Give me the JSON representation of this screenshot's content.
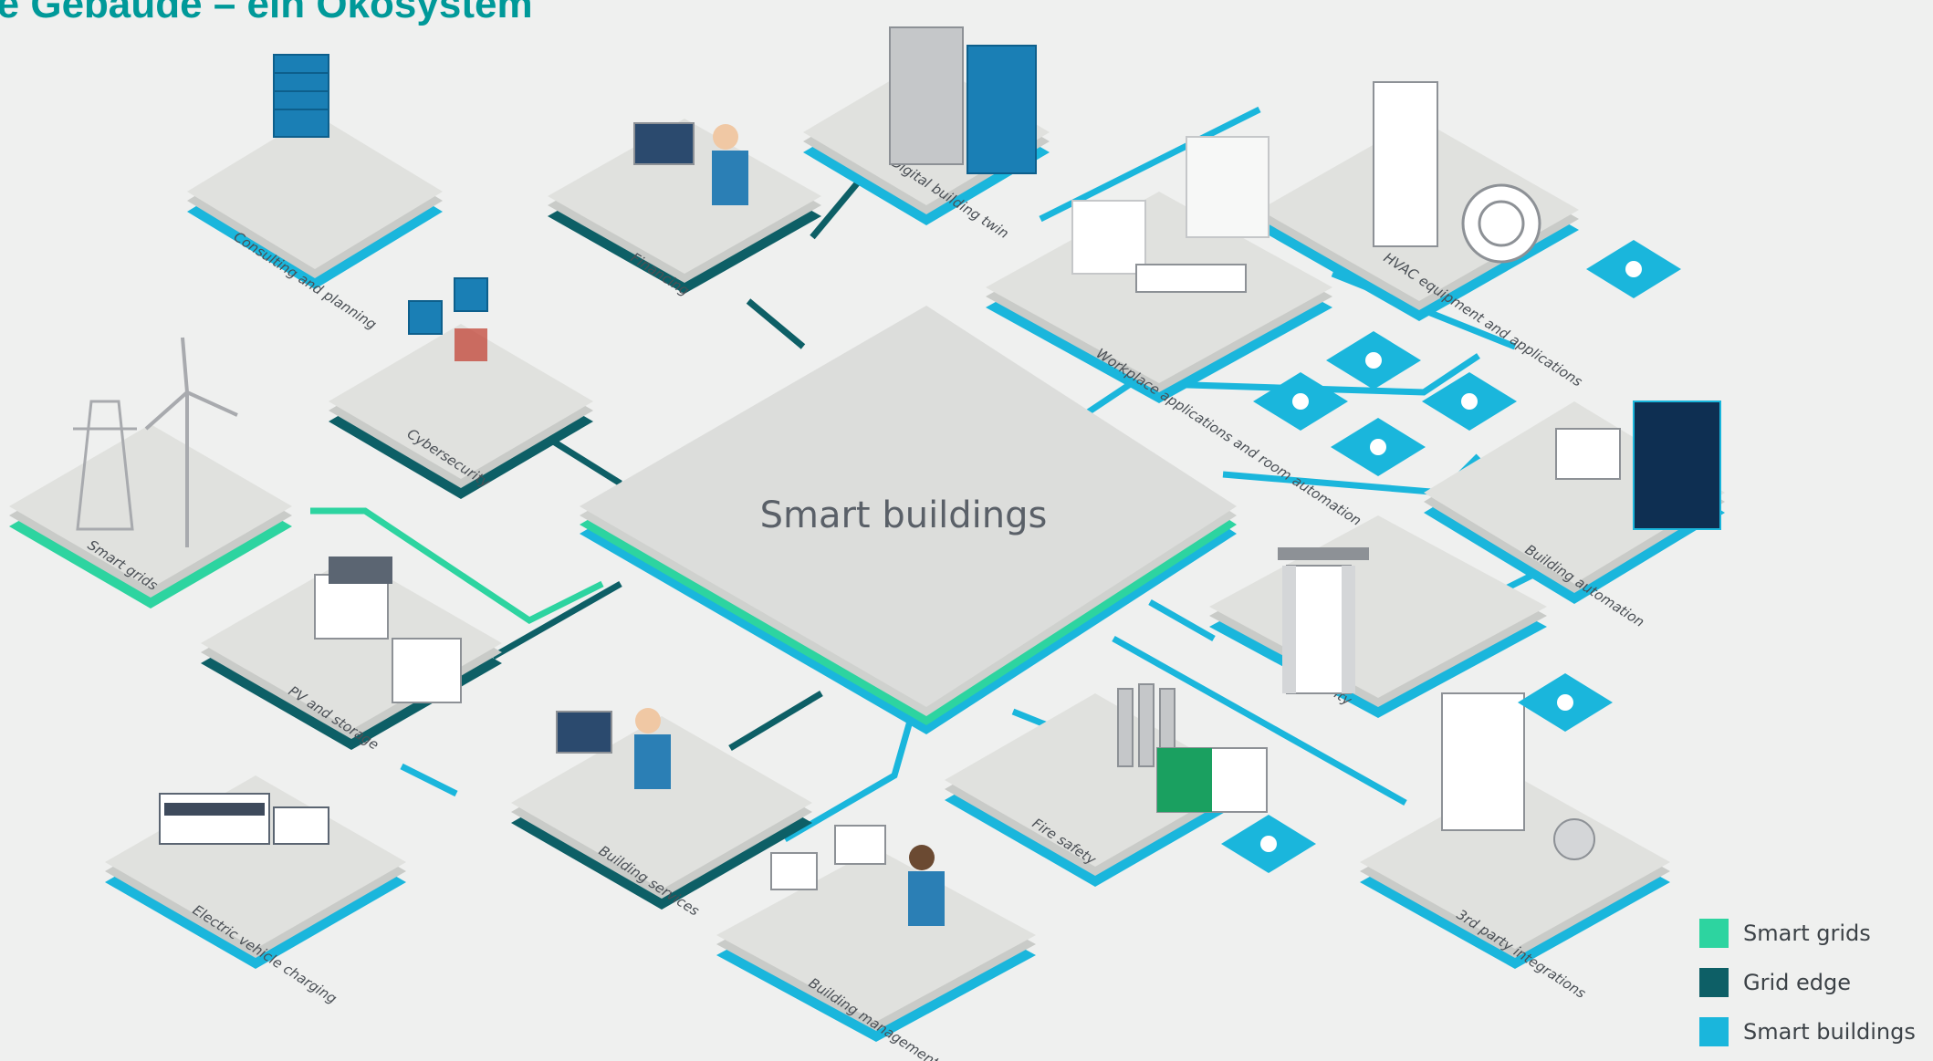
{
  "title": "te Gebäude – ein Ökosystem",
  "center": "Smart buildings",
  "tiles": {
    "consulting": "Consulting and planning",
    "financing": "Financing",
    "twin": "Digital building twin",
    "hvac": "HVAC equipment and applications",
    "workplace": "Workplace applications and room automation",
    "cyber": "Cybersecurity",
    "smartgrids": "Smart grids",
    "pv": "PV and storage",
    "ev": "Electric vehicle charging",
    "services": "Building services",
    "management": "Building management",
    "fire": "Fire safety",
    "security": "Security",
    "automation": "Building automation",
    "thirdparty": "3rd party integrations"
  },
  "legend": [
    {
      "label": "Smart grids",
      "color": "#2dd4a0"
    },
    {
      "label": "Grid edge",
      "color": "#0d5f66"
    },
    {
      "label": "Smart buildings",
      "color": "#1ab6dc"
    }
  ],
  "colors": {
    "tile_top": "#e0e1de",
    "smart_buildings": "#1ab6dc",
    "grid_edge": "#0d5f66",
    "smart_grids": "#2dd4a0",
    "title": "#009999"
  },
  "icons": [
    "thermometer-icon",
    "light-bulb-icon",
    "blinds-icon",
    "presence-sensor-icon",
    "room-display-icon",
    "camera-icon",
    "flame-icon"
  ]
}
